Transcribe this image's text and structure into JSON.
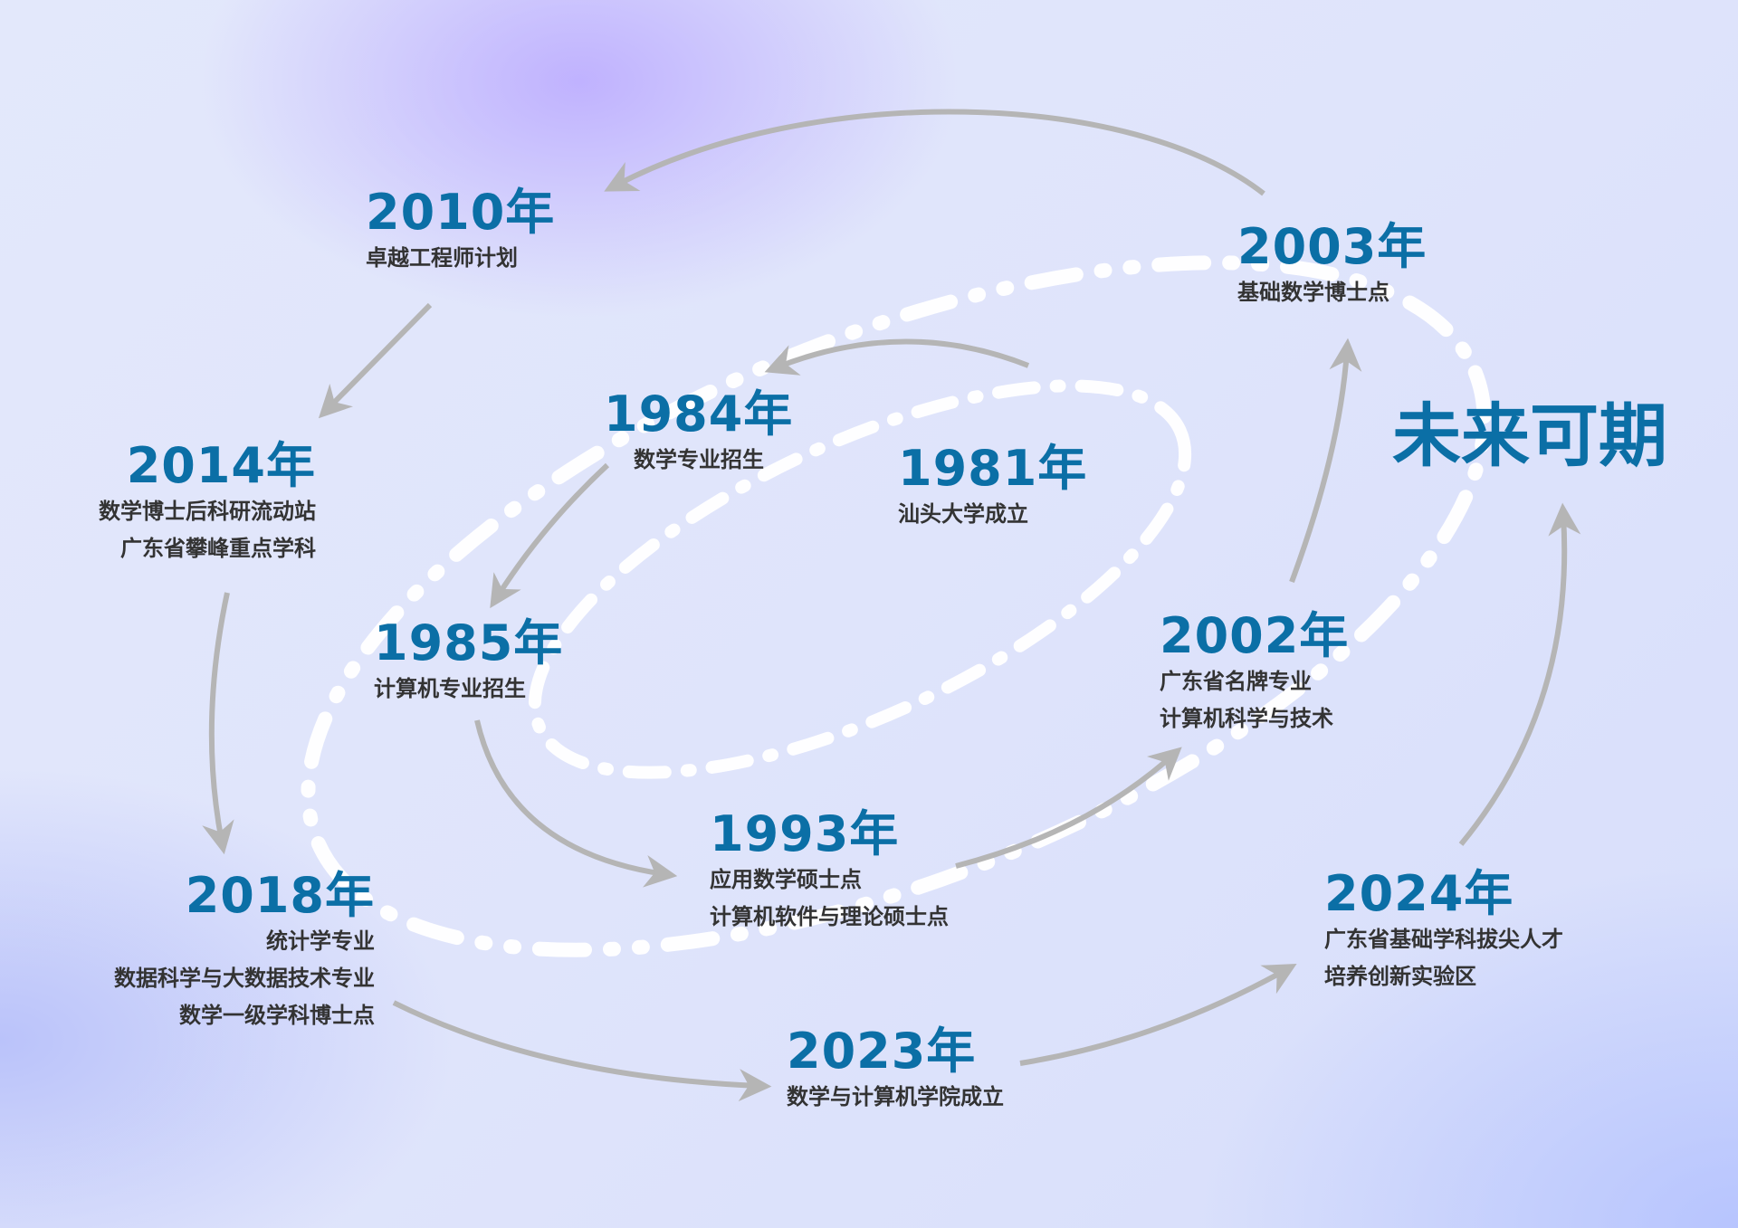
{
  "events": [
    {
      "year": "1981年",
      "lines": [
        "汕头大学成立"
      ]
    },
    {
      "year": "1984年",
      "lines": [
        "数学专业招生"
      ]
    },
    {
      "year": "1985年",
      "lines": [
        "计算机专业招生"
      ]
    },
    {
      "year": "1993年",
      "lines": [
        "应用数学硕士点",
        "计算机软件与理论硕士点"
      ]
    },
    {
      "year": "2002年",
      "lines": [
        "广东省名牌专业",
        "计算机科学与技术"
      ]
    },
    {
      "year": "2003年",
      "lines": [
        "基础数学博士点"
      ]
    },
    {
      "year": "2010年",
      "lines": [
        "卓越工程师计划"
      ]
    },
    {
      "year": "2014年",
      "lines": [
        "数学博士后科研流动站",
        "广东省攀峰重点学科"
      ]
    },
    {
      "year": "2018年",
      "lines": [
        "统计学专业",
        "数据科学与大数据技术专业",
        "数学一级学科博士点"
      ]
    },
    {
      "year": "2023年",
      "lines": [
        "数学与计算机学院成立"
      ]
    },
    {
      "year": "2024年",
      "lines": [
        "广东省基础学科拔尖人才",
        "培养创新实验区"
      ]
    }
  ],
  "future": "未来可期",
  "colors": {
    "year": "#0b6fa6",
    "text": "#333333",
    "arrow": "#b5b5b5"
  }
}
